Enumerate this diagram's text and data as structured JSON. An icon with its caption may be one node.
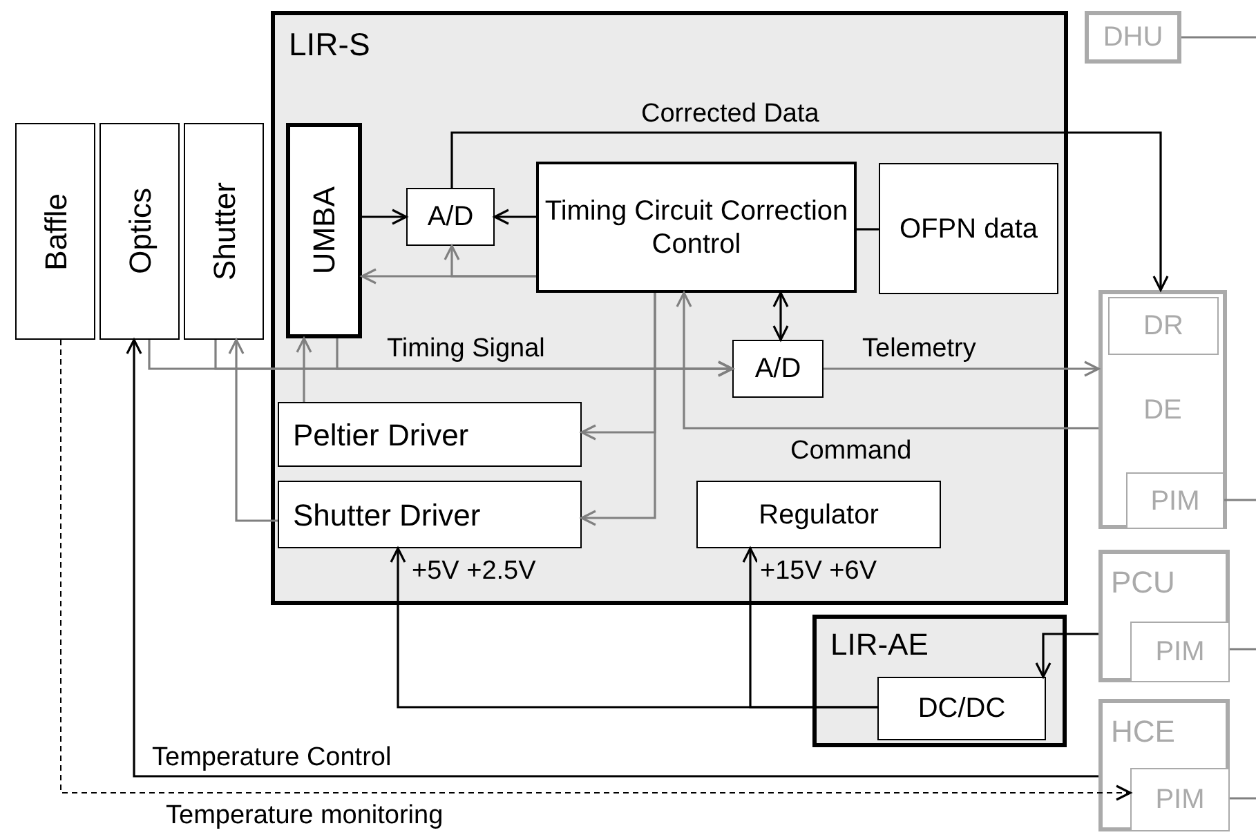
{
  "diagram": {
    "nodes": [
      {
        "text": [
          "LIR-S"
        ]
      },
      {
        "text": [
          "DHU"
        ]
      },
      {
        "text": [
          "Baffle"
        ]
      },
      {
        "text": [
          "Optics"
        ]
      },
      {
        "text": [
          "Shutter"
        ]
      },
      {
        "text": [
          "UMBA"
        ],
        "in": 0
      },
      {
        "text": [
          "A/D"
        ],
        "in": 0
      },
      {
        "text": [
          "Timing Circuit Correction Control"
        ],
        "in": 0
      },
      {
        "text": [
          "OFPN data"
        ],
        "in": 0
      },
      {
        "text": [
          "A/D"
        ],
        "in": 0
      },
      {
        "text": [
          "Peltier Driver"
        ],
        "in": 0
      },
      {
        "text": [
          "Shutter Driver"
        ],
        "in": 0
      },
      {
        "text": [
          "Regulator"
        ],
        "in": 0
      },
      {
        "text": [
          "DE"
        ]
      },
      {
        "text": [
          "DR"
        ],
        "in": 13
      },
      {
        "text": [
          "PIM"
        ],
        "in": 13
      },
      {
        "text": [
          "LIR-AE"
        ]
      },
      {
        "text": [
          "DC/DC"
        ],
        "in": 16
      },
      {
        "text": [
          "PCU"
        ]
      },
      {
        "text": [
          "PIM"
        ],
        "in": 18
      },
      {
        "text": [
          "HCE"
        ]
      },
      {
        "text": [
          "PIM"
        ],
        "in": 20
      }
    ],
    "edges": [
      {
        "from": 5,
        "to": 6,
        "arrow": "to",
        "color": "#000000"
      },
      {
        "from": 7,
        "to": 6,
        "arrow": "to",
        "color": "#000000"
      },
      {
        "from": 6,
        "to": 13,
        "arrow": "to",
        "label": "Corrected Data",
        "color": "#000000"
      },
      {
        "from": 7,
        "to": 5,
        "arrow": "to"
      },
      {
        "from": 7,
        "to": 6,
        "arrow": "to"
      },
      {
        "from": 7,
        "to": 9,
        "arrow": "both",
        "color": "#000000"
      },
      {
        "from": 7,
        "to": 8,
        "arrow": "none",
        "color": "#000000"
      },
      {
        "from": 3,
        "to": 9,
        "arrow": "to"
      },
      {
        "from": 4,
        "to": 9,
        "arrow": "to"
      },
      {
        "from": 5,
        "to": 9,
        "arrow": "to",
        "label": "Timing Signal"
      },
      {
        "from": 9,
        "to": 13,
        "arrow": "to",
        "label": "Telemetry"
      },
      {
        "from": 13,
        "to": 7,
        "arrow": "to",
        "label": "Command"
      },
      {
        "from": 7,
        "to": 10,
        "arrow": "to"
      },
      {
        "from": 7,
        "to": 11,
        "arrow": "to"
      },
      {
        "from": 10,
        "to": 5,
        "arrow": "to"
      },
      {
        "from": 11,
        "to": 4,
        "arrow": "to"
      },
      {
        "from": 17,
        "to": 11,
        "arrow": "to",
        "label": "+5V +2.5V",
        "color": "#000000"
      },
      {
        "from": 17,
        "to": 12,
        "arrow": "to",
        "label": "+15V +6V",
        "color": "#000000"
      },
      {
        "from": 18,
        "to": 17,
        "arrow": "to",
        "color": "#000000"
      },
      {
        "from": 20,
        "to": 3,
        "arrow": "to",
        "label": "Temperature Control",
        "color": "#000000"
      },
      {
        "from": 2,
        "to": 21,
        "arrow": "to",
        "style": "dashed",
        "label": "Temperature monitoring",
        "color": "#000000"
      },
      {
        "from": 1,
        "to": null,
        "arrow": "none"
      },
      {
        "from": 15,
        "to": null,
        "arrow": "none"
      },
      {
        "from": 19,
        "to": null,
        "arrow": "none"
      },
      {
        "from": 21,
        "to": null,
        "arrow": "none"
      }
    ]
  }
}
